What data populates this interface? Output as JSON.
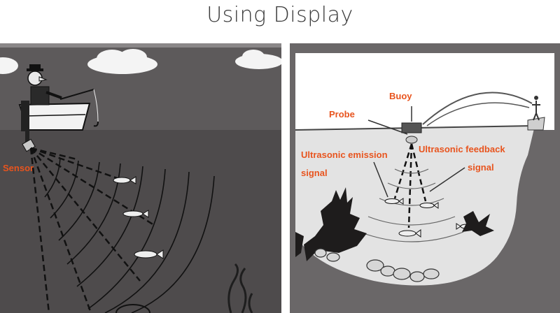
{
  "title": "Using Display",
  "left_panel": {
    "sensor_label": "Sensor"
  },
  "right_panel": {
    "buoy_label": "Buoy",
    "probe_label": "Probe",
    "emission_label_line1": "Ultrasonic emission",
    "emission_label_line2": "signal",
    "feedback_label_line1": "Ultrasonic feedback",
    "feedback_label_line2": "signal"
  },
  "colors": {
    "label": "#e8541e",
    "water_dark": "#4e4b4c",
    "sky_dark": "#5d5a5b",
    "water_light": "#e3e3e3"
  }
}
